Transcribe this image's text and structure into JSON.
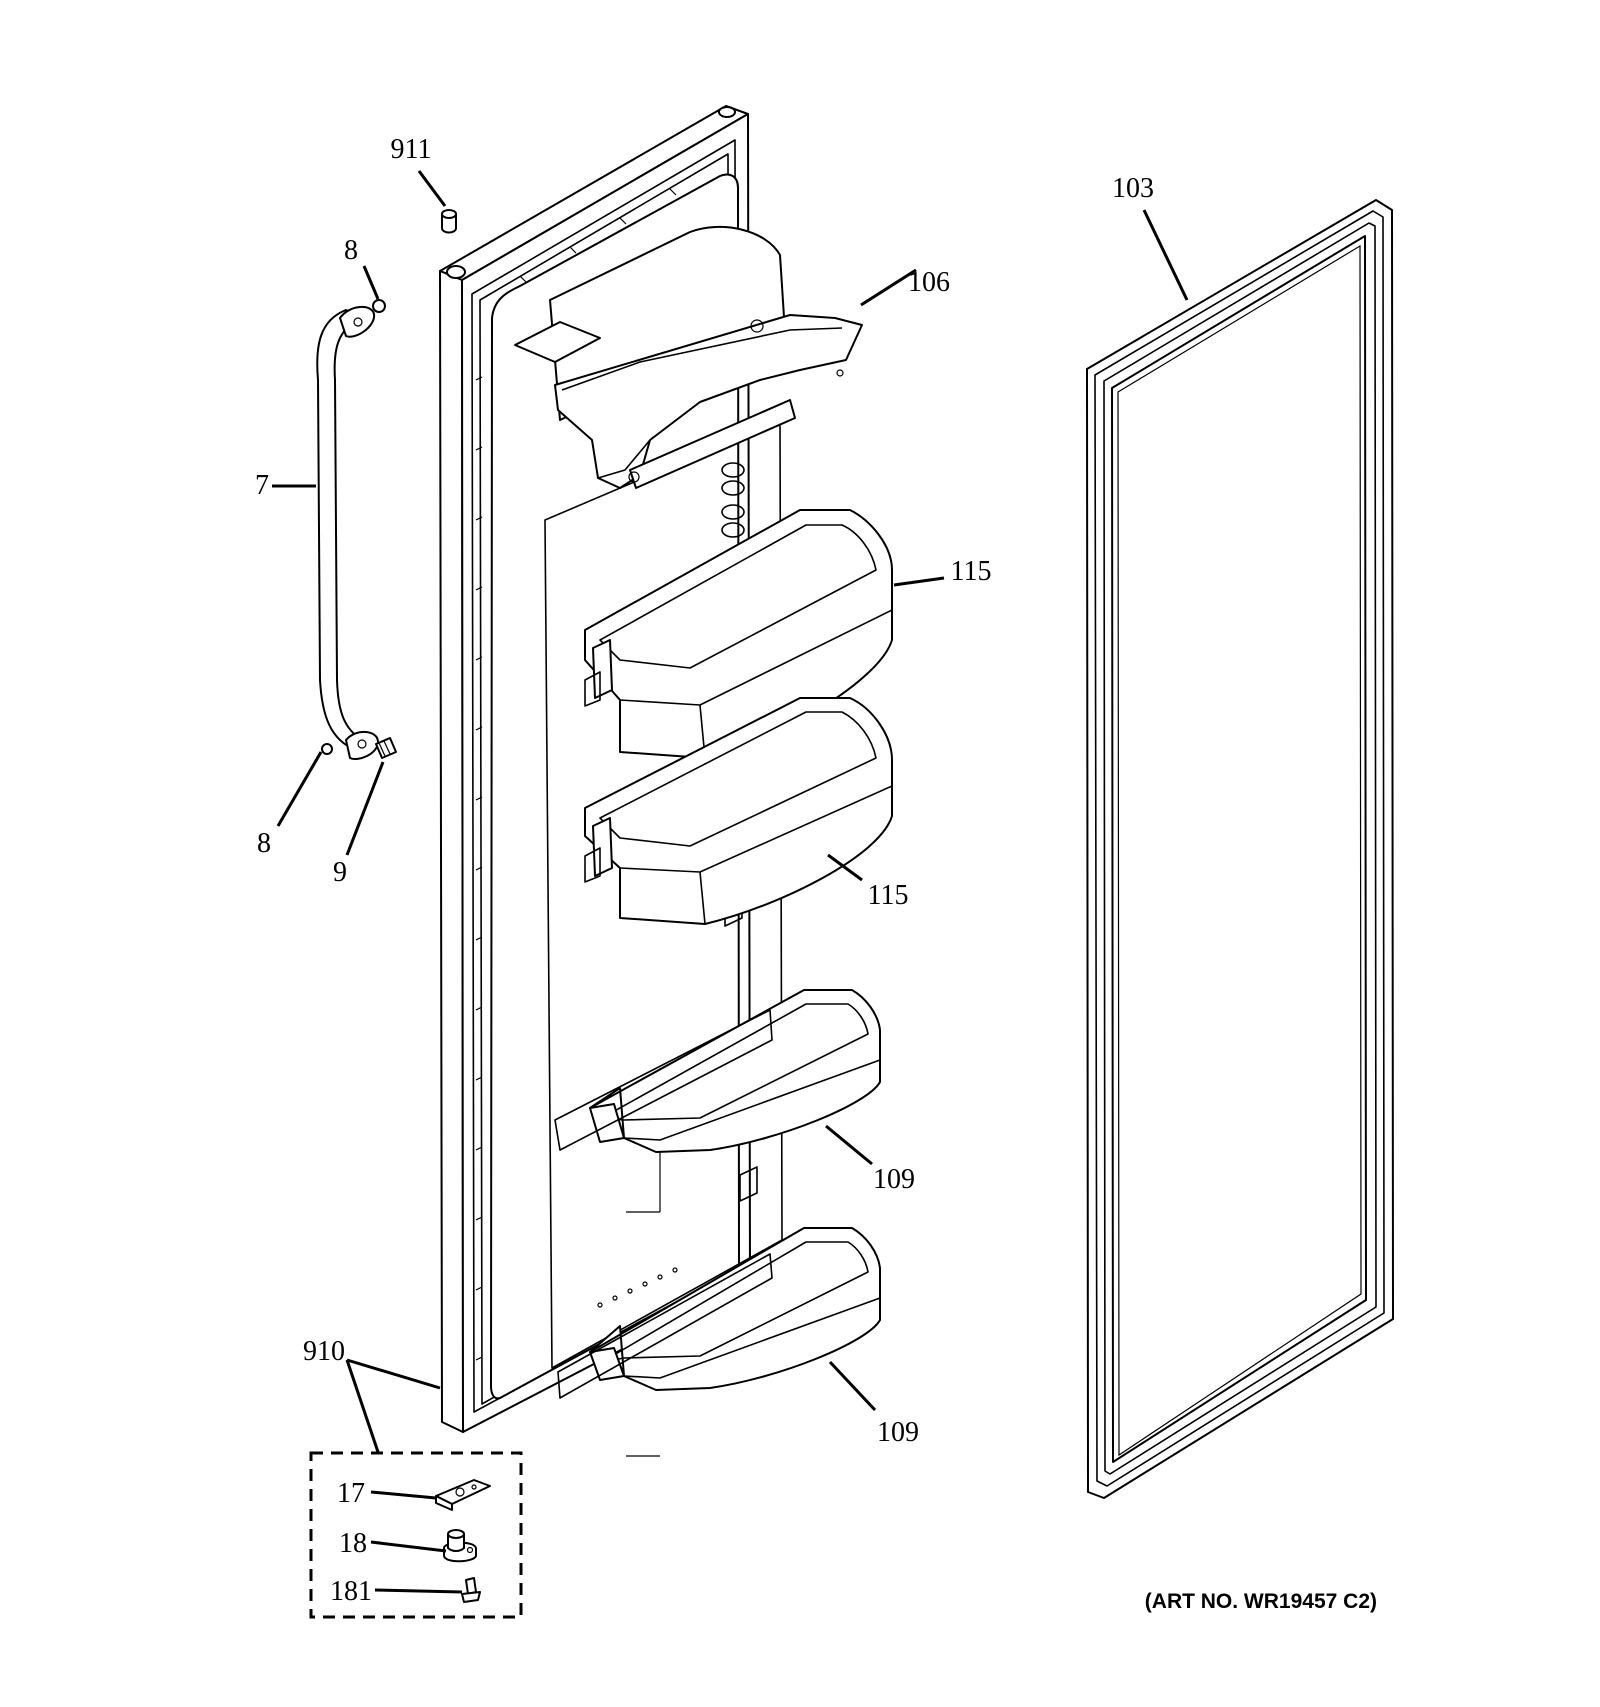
{
  "diagram": {
    "callouts": {
      "c911": "911",
      "c8_top": "8",
      "c7": "7",
      "c8_bottom": "8",
      "c9": "9",
      "c106": "106",
      "c115_top": "115",
      "c115_bottom": "115",
      "c109_top": "109",
      "c109_bottom": "109",
      "c103": "103",
      "c910": "910",
      "c17": "17",
      "c18": "18",
      "c181": "181"
    },
    "art_number": "(ART NO. WR19457 C2)"
  }
}
